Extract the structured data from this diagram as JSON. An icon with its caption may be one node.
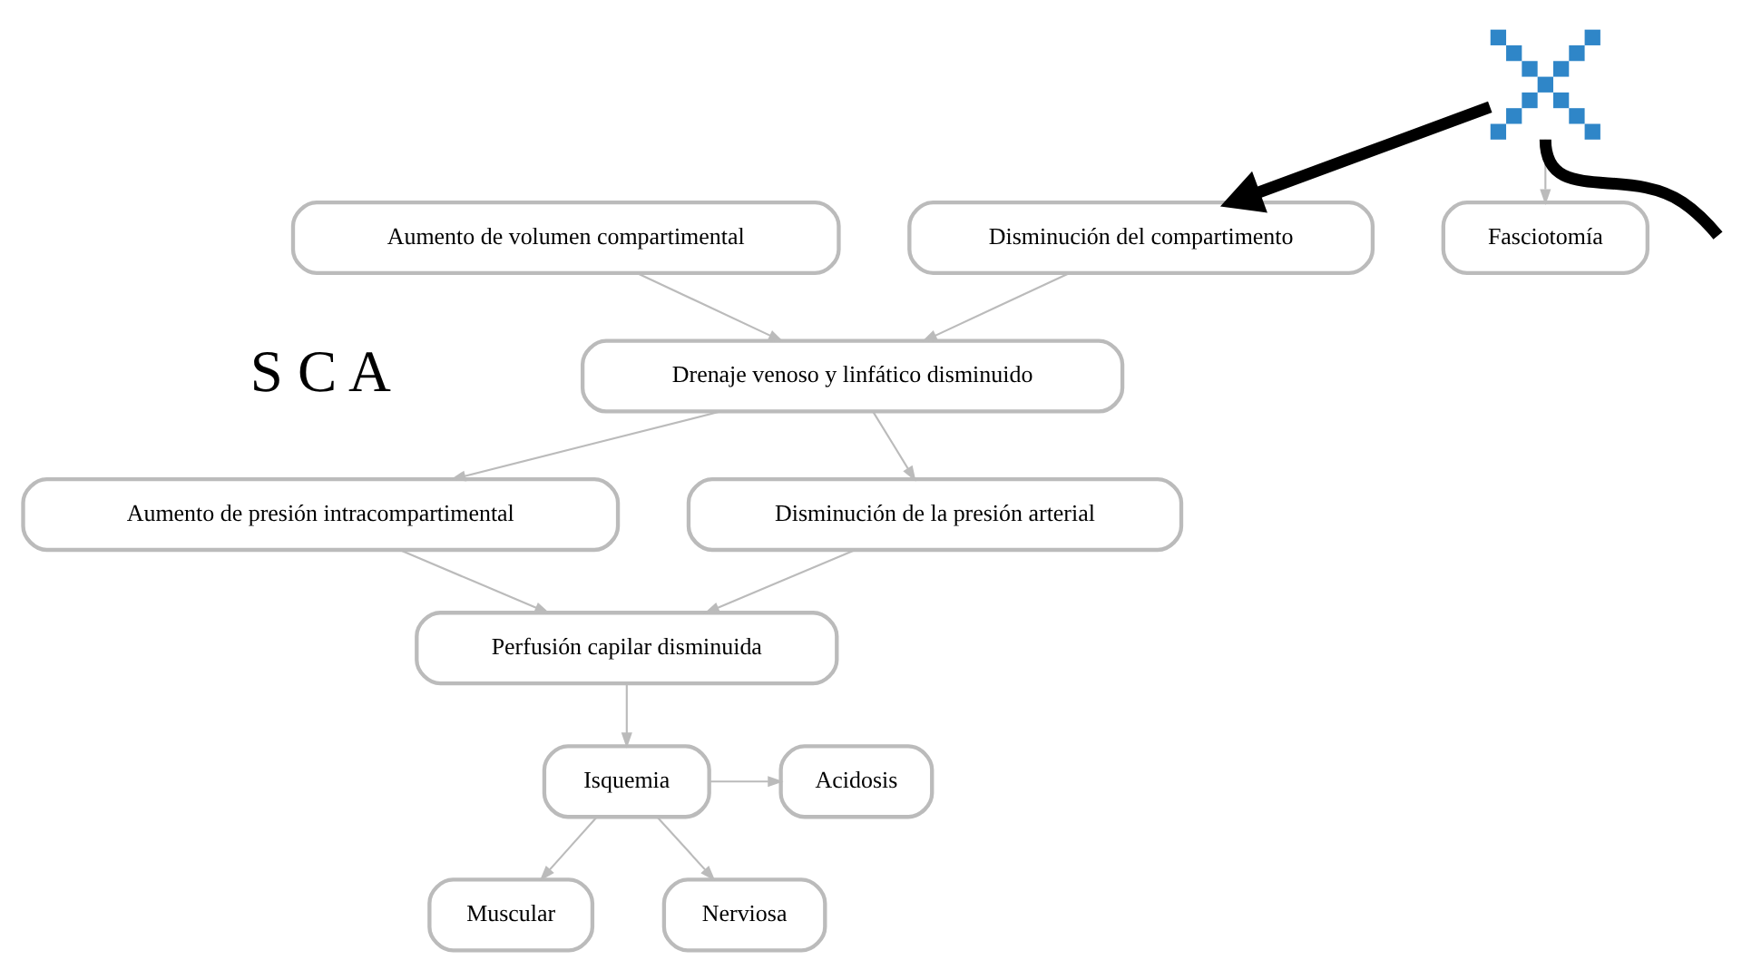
{
  "diagram": {
    "nodes": [
      {
        "text": [
          "Aumento de volumen compartimental"
        ]
      },
      {
        "text": [
          "Disminución del compartimento"
        ]
      },
      {
        "text": [
          "Drenaje venoso y linfático disminuido"
        ]
      },
      {
        "text": [
          "Aumento de presión intracompartimental"
        ]
      },
      {
        "text": [
          "Disminución de la presión arterial"
        ]
      },
      {
        "text": [
          "Perfusión capilar disminuida"
        ]
      },
      {
        "text": [
          "Acidosis"
        ]
      },
      {
        "text": [
          "Isquemia"
        ]
      },
      {
        "text": [
          "Muscular"
        ]
      },
      {
        "text": [
          "Nerviosa"
        ]
      },
      {
        "text": [],
        "shape": "cross"
      },
      {
        "text": [
          "Fasciotomía"
        ]
      }
    ],
    "edges": [
      {
        "from": 0,
        "to": 2,
        "arrow": "to"
      },
      {
        "from": 1,
        "to": 2,
        "arrow": "to"
      },
      {
        "from": 2,
        "to": 3,
        "arrow": "to"
      },
      {
        "from": 2,
        "to": 4,
        "arrow": "to"
      },
      {
        "from": 3,
        "to": 5,
        "arrow": "to"
      },
      {
        "from": 4,
        "to": 5,
        "arrow": "to"
      },
      {
        "from": 5,
        "to": 7,
        "arrow": "to"
      },
      {
        "from": 7,
        "to": 6,
        "arrow": "to"
      },
      {
        "from": 7,
        "to": 8,
        "arrow": "to"
      },
      {
        "from": 7,
        "to": 9,
        "arrow": "to"
      },
      {
        "from": null,
        "to": 10,
        "arrow": "none",
        "style": "thick",
        "color": "#000000"
      },
      {
        "from": 10,
        "to": 1,
        "arrow": "to",
        "style": "thick",
        "color": "#000000"
      },
      {
        "from": 10,
        "to": 11,
        "arrow": "to"
      }
    ],
    "labels": [
      "S C A"
    ]
  }
}
